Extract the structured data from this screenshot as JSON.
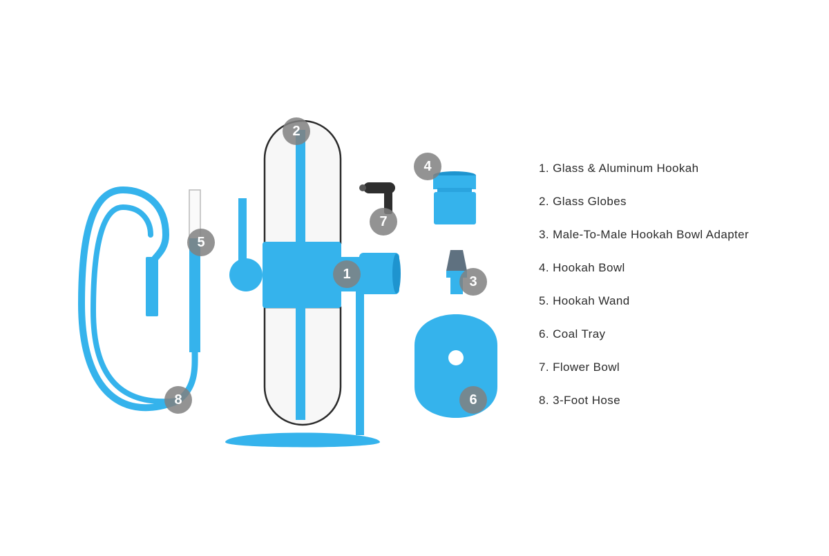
{
  "colors": {
    "accent": "#35b3ec",
    "accent_dark": "#1e94cf",
    "glass_outline": "#2a2a2a",
    "badge": "#8a8a8a",
    "text": "#2b2b2b"
  },
  "parts": [
    {
      "number": "1",
      "label": "1. Glass & Aluminum Hookah",
      "icon": "hookah-body-icon"
    },
    {
      "number": "2",
      "label": "2. Glass Globes",
      "icon": "glass-globe-icon"
    },
    {
      "number": "3",
      "label": "3. Male-To-Male Hookah Bowl Adapter",
      "icon": "bowl-adapter-icon"
    },
    {
      "number": "4",
      "label": "4. Hookah Bowl",
      "icon": "hookah-bowl-icon"
    },
    {
      "number": "5",
      "label": "5. Hookah Wand",
      "icon": "hookah-wand-icon"
    },
    {
      "number": "6",
      "label": "6. Coal Tray",
      "icon": "coal-tray-icon"
    },
    {
      "number": "7",
      "label": "7. Flower Bowl",
      "icon": "flower-bowl-icon"
    },
    {
      "number": "8",
      "label": "8. 3-Foot Hose",
      "icon": "hose-icon"
    }
  ]
}
